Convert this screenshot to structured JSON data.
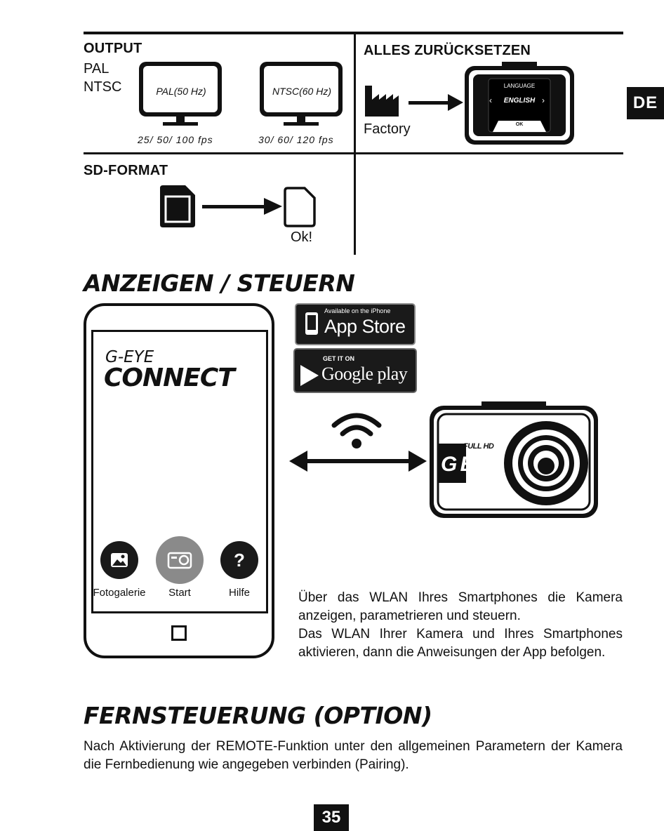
{
  "side_tab": "DE",
  "output": {
    "title": "OUTPUT",
    "pal": "PAL",
    "ntsc": "NTSC",
    "screen_pal": "PAL(50 Hz)",
    "screen_ntsc": "NTSC(60 Hz)",
    "fps_pal": "25/ 50/ 100 fps",
    "fps_ntsc": "30/ 60/ 120 fps"
  },
  "reset": {
    "title": "ALLES ZURÜCKSETZEN",
    "factory": "Factory",
    "screen_top": "LANGUAGE",
    "screen_lang": "ENGLISH",
    "screen_ok": "OK"
  },
  "sdformat": {
    "title": "SD-FORMAT",
    "ok": "Ok!"
  },
  "anzeigen": {
    "title": "ANZEIGEN / STEUERN",
    "app_brand_small": "G-EYE",
    "app_brand_big": "CONNECT",
    "btn_gallery": "Fotogalerie",
    "btn_start": "Start",
    "btn_help": "Hilfe",
    "appstore_small": "Available on the iPhone",
    "appstore_big": "App Store",
    "googleplay_small": "GET IT ON",
    "googleplay_big": "Google play",
    "camera_fullhd": "FULL HD",
    "camera_brand": "G EYE",
    "text1": "Über das WLAN Ihres Smartphones die Kamera anzeigen, parametrieren und steuern.",
    "text2": "Das WLAN Ihrer Kamera und Ihres Smartphones aktivieren, dann die Anweisungen der App befolgen."
  },
  "fern": {
    "title": "FERNSTEUERUNG (OPTION)",
    "text": "Nach Aktivierung der REMOTE-Funktion unter den allgemeinen Parametern der Kamera die Fernbedienung wie angegeben verbinden (Pairing)."
  },
  "page_number": "35"
}
